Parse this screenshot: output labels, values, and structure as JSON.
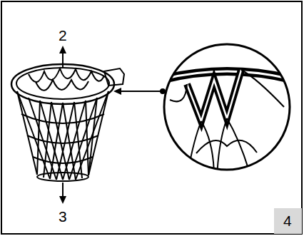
{
  "diagram": {
    "labels": [
      "2",
      "3",
      "4"
    ]
  }
}
